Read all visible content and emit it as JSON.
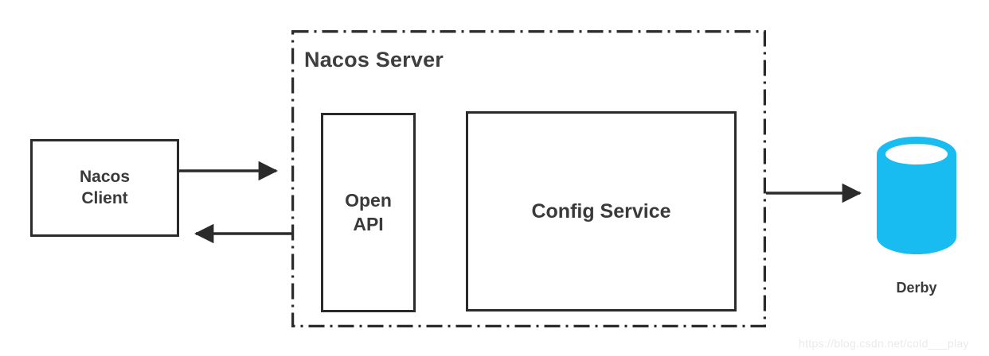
{
  "diagram": {
    "title": "Nacos Server",
    "client": {
      "label": "Nacos\nClient"
    },
    "server": {
      "title": "Nacos Server",
      "border_style": "dash-dot",
      "components": [
        {
          "label": "Open\nAPI",
          "name": "open-api"
        },
        {
          "label": "Config Service",
          "name": "config-service"
        }
      ]
    },
    "database": {
      "label": "Derby",
      "shape": "cylinder",
      "color": "#19BCF0",
      "top_color": "#ffffff"
    },
    "arrows": [
      {
        "name": "client-to-server",
        "direction": "right"
      },
      {
        "name": "server-to-client",
        "direction": "left"
      },
      {
        "name": "server-to-derby",
        "direction": "right"
      }
    ],
    "colors": {
      "stroke": "#2b2b2b",
      "text": "#3a3a3a",
      "accent": "#19BCF0",
      "background": "#ffffff"
    }
  },
  "watermark": {
    "text": "https://blog.csdn.net/cold___play"
  }
}
